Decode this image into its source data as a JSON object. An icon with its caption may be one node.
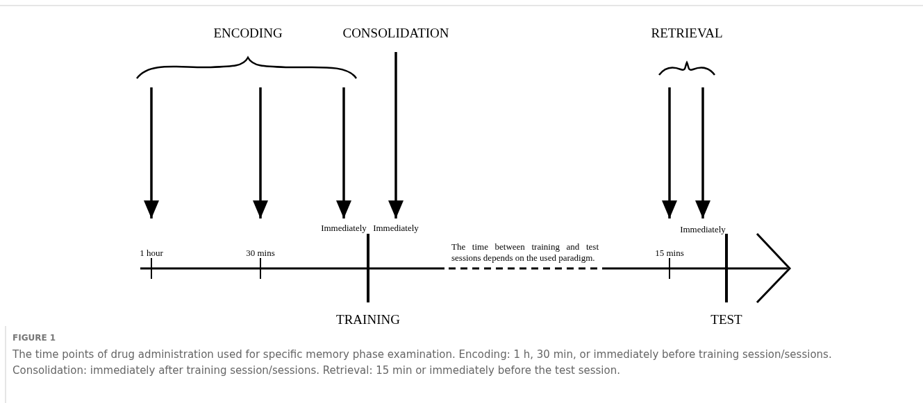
{
  "diagram": {
    "caption": "The time points of drug administration used for specific memory phase examination. Encoding: 1 h, 30 min, or immediately before training session/sessions. Consolidation: immediately after training session/sessions. Retrieval: 15 min or immediately before the test session.",
    "nodes": [
      {
        "text": [
          "Immediately"
        ]
      },
      {
        "text": [
          "Immediately"
        ]
      },
      {
        "text": [
          "Immediately"
        ]
      },
      {
        "text": [
          "1 hour"
        ]
      },
      {
        "text": [
          "30 mins"
        ]
      },
      {
        "text": [
          "15 mins"
        ]
      }
    ],
    "edges": [
      {
        "from": null,
        "to": 3,
        "arrow": "to"
      },
      {
        "from": null,
        "to": 4,
        "arrow": "to"
      },
      {
        "from": null,
        "to": 0,
        "arrow": "to"
      },
      {
        "from": null,
        "to": 1,
        "arrow": "to"
      },
      {
        "from": null,
        "to": 5,
        "arrow": "to"
      },
      {
        "from": null,
        "to": 2,
        "arrow": "to"
      }
    ],
    "labels": [
      "ENCODING",
      "CONSOLIDATION",
      "RETRIEVAL",
      "The time between training and test sessions depends on the used paradigm.",
      "TRAINING",
      "TEST",
      "FIGURE 1"
    ]
  }
}
